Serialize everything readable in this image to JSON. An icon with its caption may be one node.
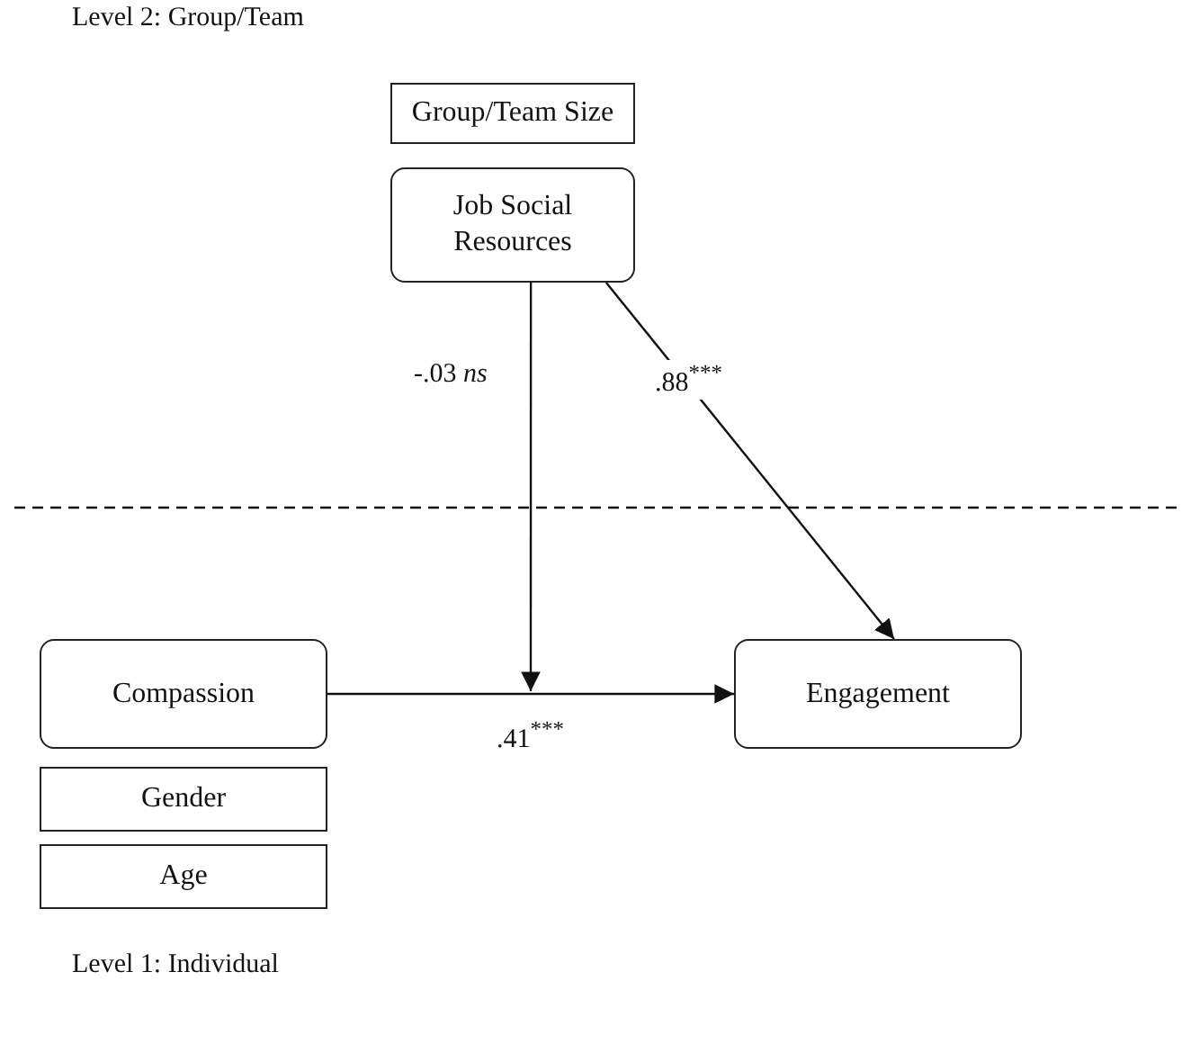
{
  "diagram": {
    "nodes": [
      {
        "text": [
          "Group/Team Size"
        ]
      },
      {
        "text": [
          "Job Social Resources"
        ]
      },
      {
        "text": [
          "Compassion"
        ]
      },
      {
        "text": [
          "Engagement"
        ]
      },
      {
        "text": [
          "Gender"
        ]
      },
      {
        "text": [
          "Age"
        ]
      }
    ],
    "edges": [
      {
        "from": 1,
        "to": null,
        "arrow": "to",
        "label": "-.03 *ns*"
      },
      {
        "from": 1,
        "to": 3,
        "arrow": "to",
        "label": ".88$^{***}$"
      },
      {
        "from": 2,
        "to": 3,
        "arrow": "to",
        "label": ".41$^{***}$"
      }
    ],
    "labels": [
      "Level 2: Group/Team",
      "Level 1: Individual"
    ]
  }
}
